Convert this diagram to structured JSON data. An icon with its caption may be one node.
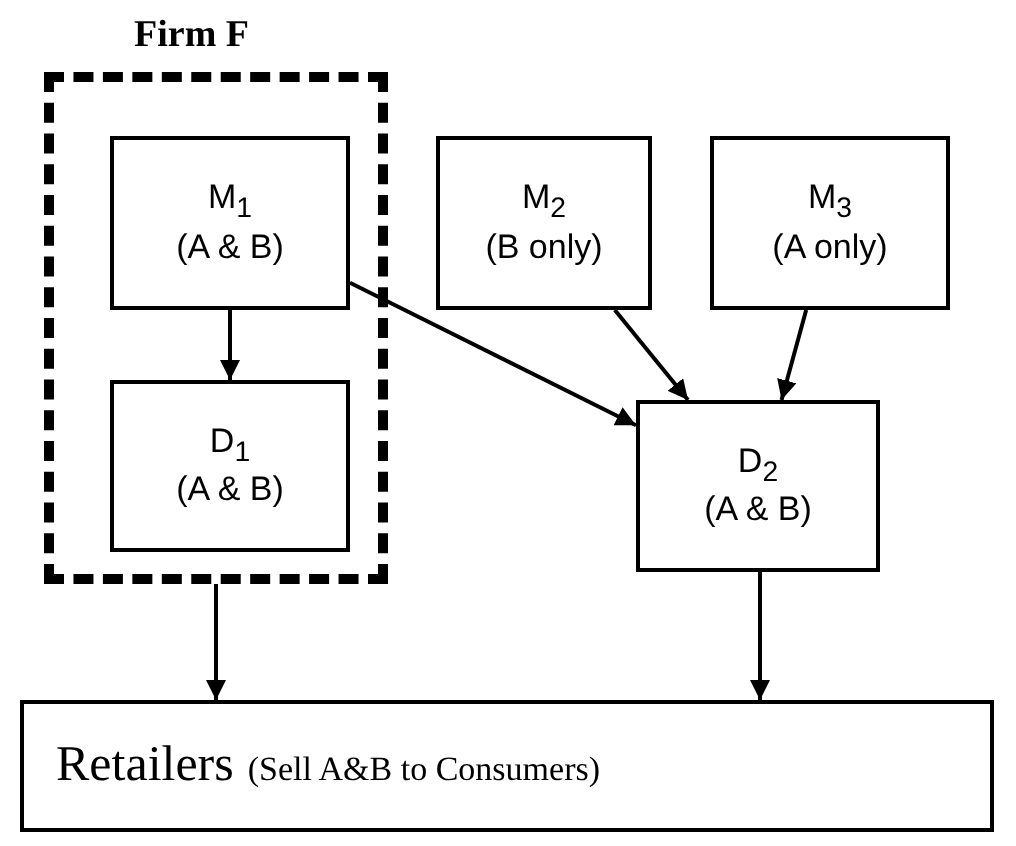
{
  "diagram": {
    "nodes": [
      {
        "text": [
          "Firm F"
        ]
      },
      {
        "text": [
          "M$_{1}$",
          "(A & B)"
        ],
        "in": 0
      },
      {
        "text": [
          "D$_{1}$",
          "(A & B)"
        ],
        "in": 0
      },
      {
        "text": [
          "M$_{2}$",
          "(B only)"
        ]
      },
      {
        "text": [
          "M$_{3}$",
          "(A only)"
        ]
      },
      {
        "text": [
          "D$_{2}$",
          "(A & B)"
        ]
      },
      {
        "text": [
          "Retailers",
          "(Sell A&B to Consumers)"
        ]
      }
    ],
    "edges": [
      {
        "from": 1,
        "to": 2,
        "arrow": "to"
      },
      {
        "from": 1,
        "to": 5,
        "arrow": "to"
      },
      {
        "from": 3,
        "to": 5,
        "arrow": "to"
      },
      {
        "from": 4,
        "to": 5,
        "arrow": "to"
      },
      {
        "from": 0,
        "to": 6,
        "arrow": "to"
      },
      {
        "from": 5,
        "to": 6,
        "arrow": "to"
      }
    ]
  }
}
